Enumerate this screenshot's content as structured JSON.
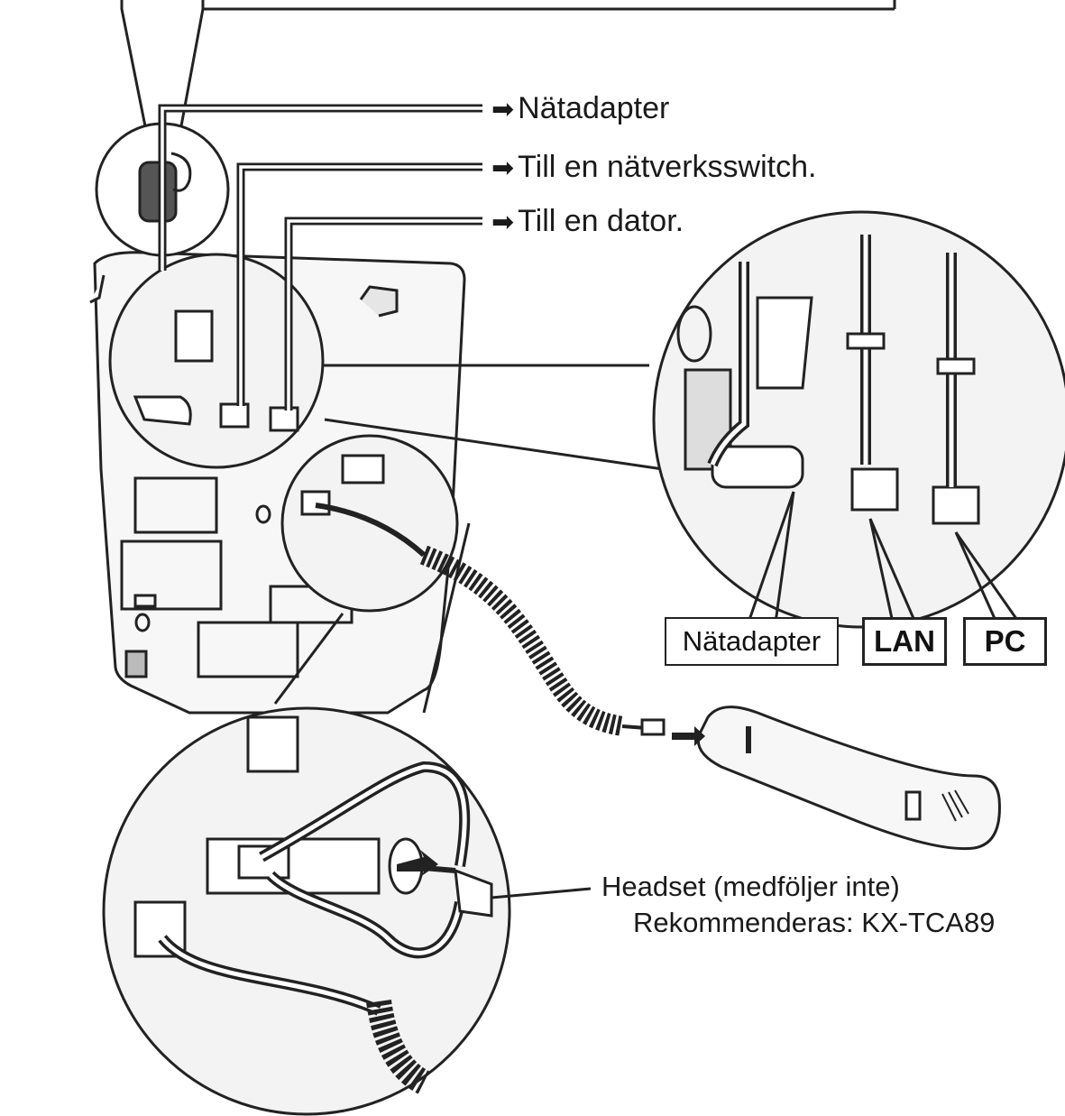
{
  "arrow_symbol": "➡",
  "callouts": {
    "power_adapter": "Nätadapter",
    "network_switch": "Till en nätverksswitch.",
    "computer": "Till en dator."
  },
  "port_labels": {
    "power": "Nätadapter",
    "lan": "LAN",
    "pc": "PC"
  },
  "headset": {
    "line1": "Headset (medföljer inte)",
    "line2": "Rekommenderas: KX-TCA89"
  }
}
